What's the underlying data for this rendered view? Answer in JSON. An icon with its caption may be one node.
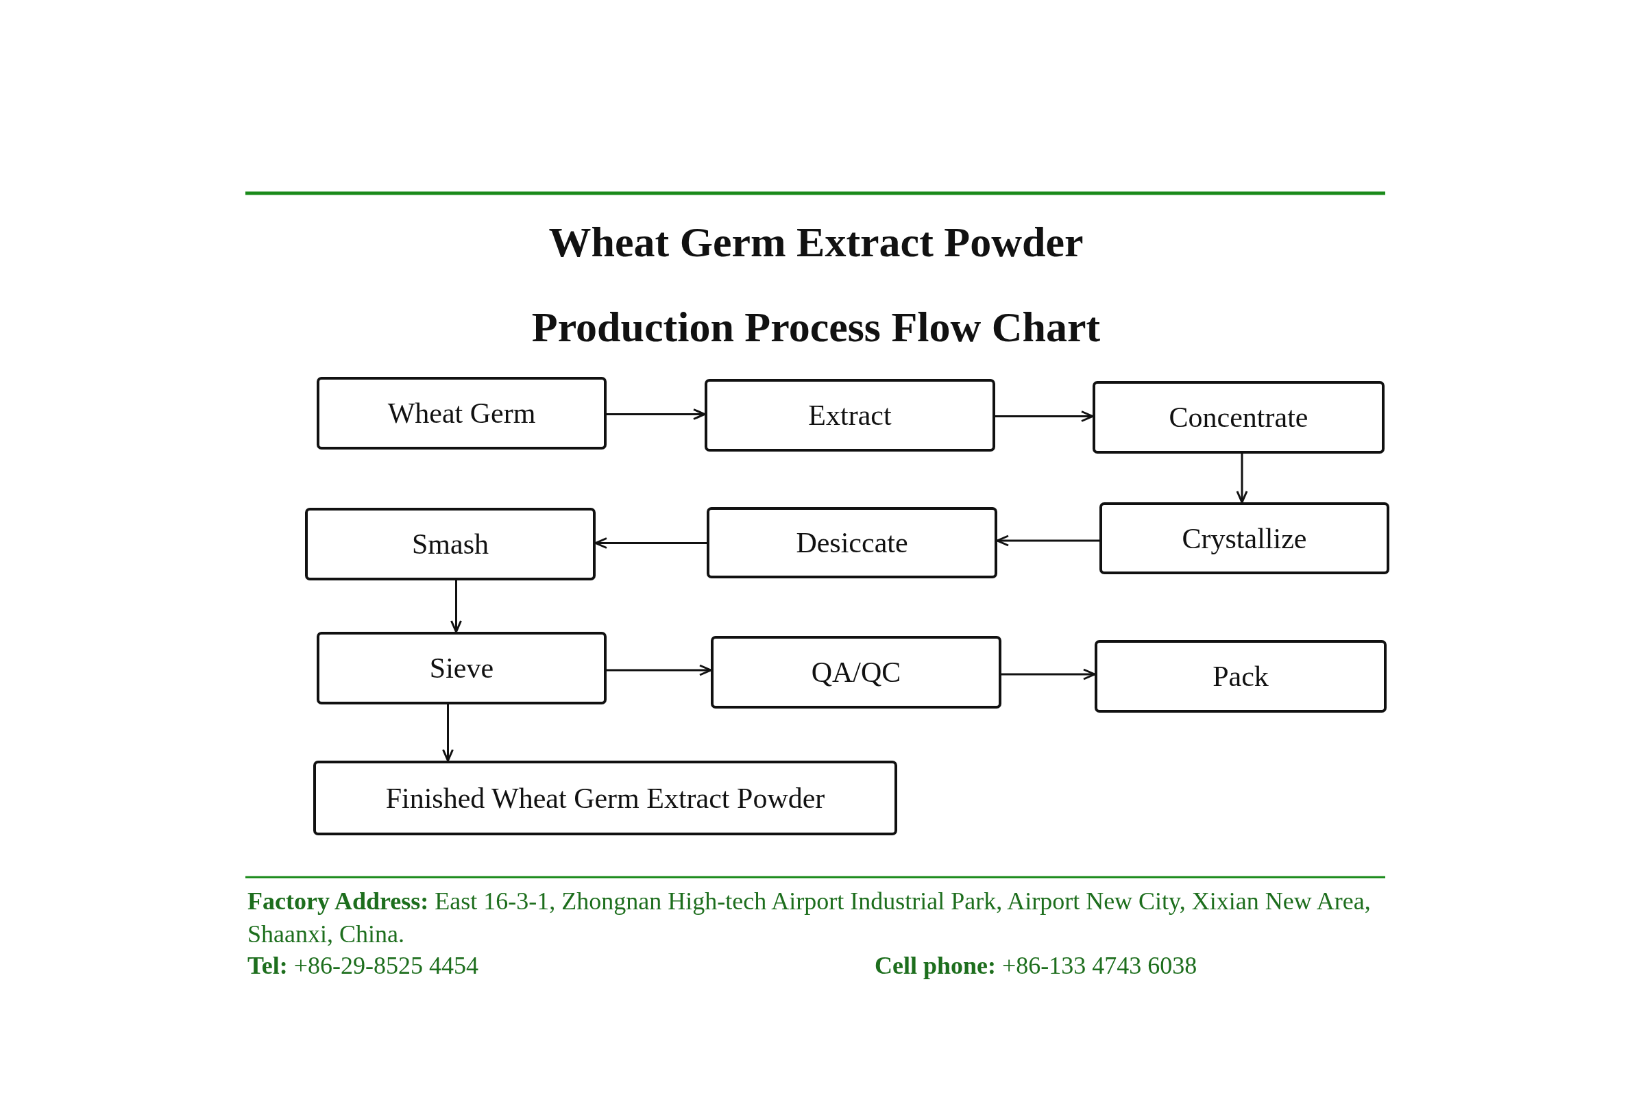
{
  "diagram": {
    "title": "Wheat Germ Extract Powder",
    "nodes": [
      {
        "text": [
          "Wheat Germ"
        ]
      },
      {
        "text": [
          "Extract"
        ]
      },
      {
        "text": [
          "Concentrate"
        ]
      },
      {
        "text": [
          "Crystallize"
        ]
      },
      {
        "text": [
          "Desiccate"
        ]
      },
      {
        "text": [
          "Smash"
        ]
      },
      {
        "text": [
          "Sieve"
        ]
      },
      {
        "text": [
          "QA/QC"
        ]
      },
      {
        "text": [
          "Pack"
        ]
      },
      {
        "text": [
          "Finished Wheat Germ Extract Powder"
        ]
      }
    ],
    "edges": [
      {
        "from": 0,
        "to": 1,
        "arrow": "to"
      },
      {
        "from": 1,
        "to": 2,
        "arrow": "to"
      },
      {
        "from": 2,
        "to": 3,
        "arrow": "to"
      },
      {
        "from": 3,
        "to": 4,
        "arrow": "to"
      },
      {
        "from": 4,
        "to": 5,
        "arrow": "to"
      },
      {
        "from": 5,
        "to": 6,
        "arrow": "to"
      },
      {
        "from": 6,
        "to": 7,
        "arrow": "to"
      },
      {
        "from": 7,
        "to": 8,
        "arrow": "to"
      },
      {
        "from": 6,
        "to": 9,
        "arrow": "to"
      }
    ],
    "labels": [
      "Production Process Flow Chart",
      "**Factory Address:** East 16-3-1, Zhongnan High-tech Airport Industrial Park, Airport New City, Xixian New Area, Shaanxi, China.",
      "**Tel:** +86-29-8525 4454",
      "**Cell phone:** +86-133 4743 6038"
    ]
  }
}
